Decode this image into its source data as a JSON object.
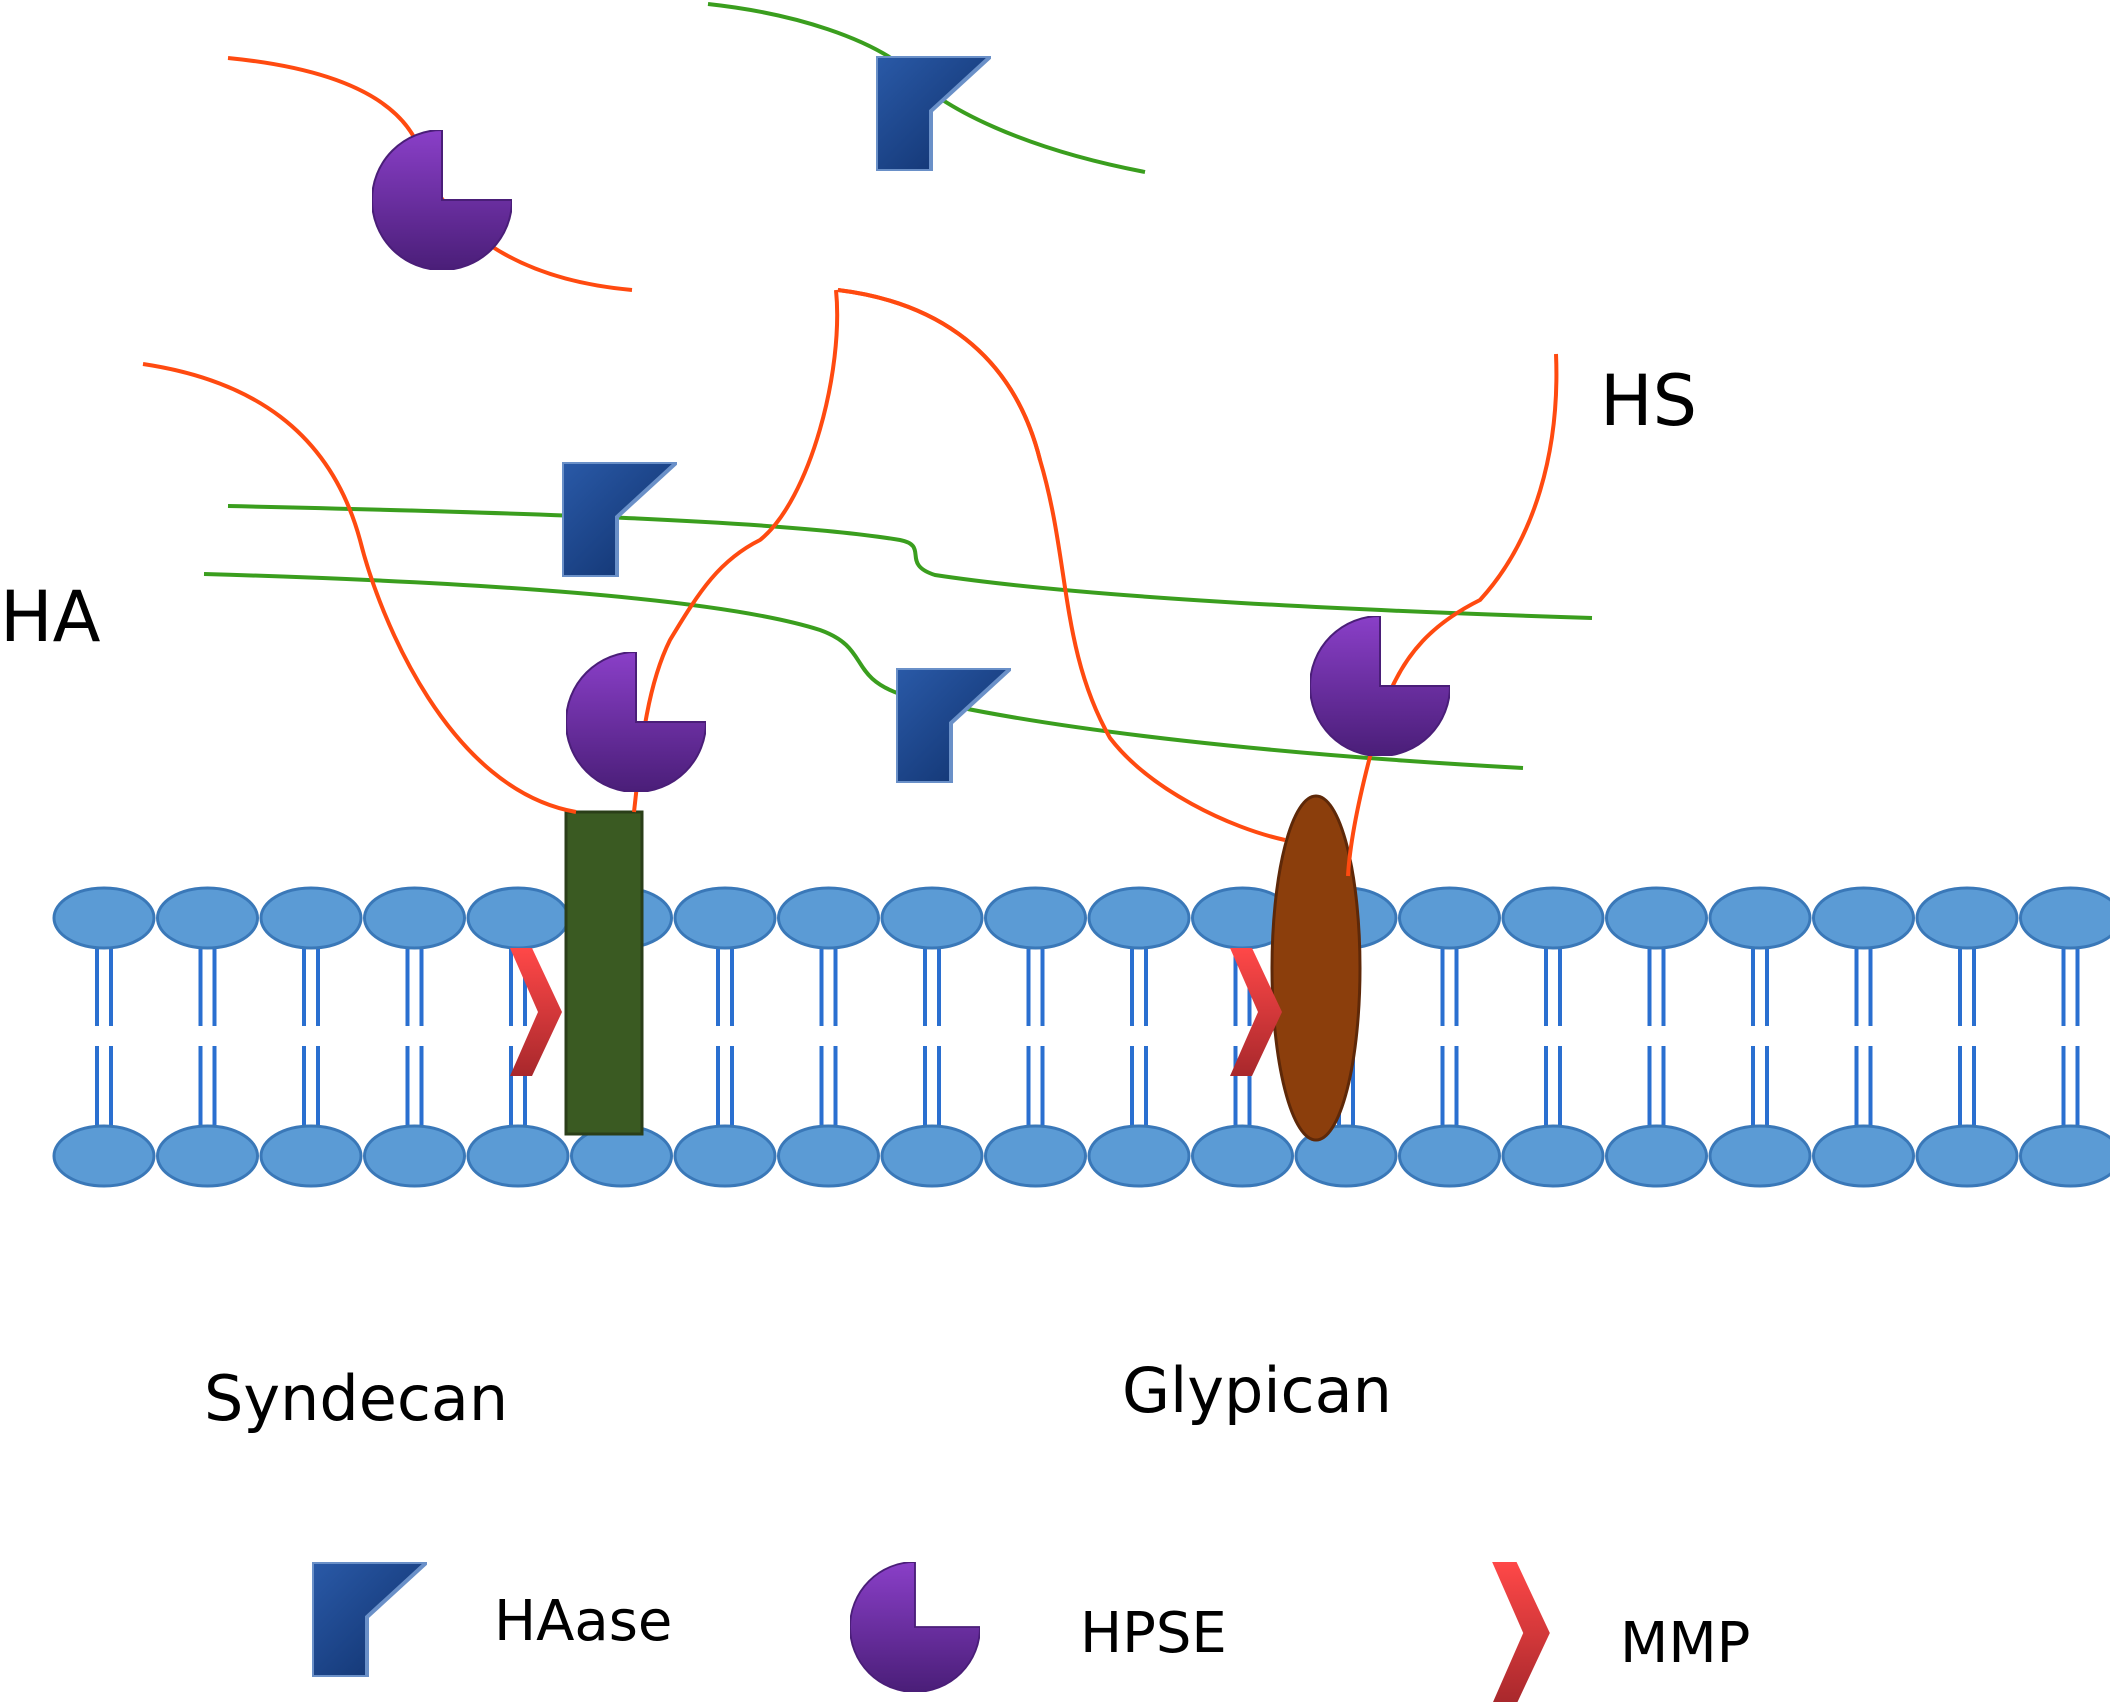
{
  "labels": {
    "ha": "HA",
    "hs": "HS",
    "syndecan": "Syndecan",
    "glypican": "Glypican"
  },
  "legend": [
    {
      "icon": "haase-flag-icon",
      "label": "HAase"
    },
    {
      "icon": "hpse-pacman-icon",
      "label": "HPSE"
    },
    {
      "icon": "mmp-chevron-icon",
      "label": "MMP"
    }
  ],
  "colors": {
    "hs_chain": "#ff4a10",
    "ha_chain": "#3a9e1e",
    "haase": "#1e4a8c",
    "hpse": "#6a2e9e",
    "mmp": "#e23a3a",
    "lipid_head": "#5b9bd5",
    "syndecan": "#3a5a22",
    "glypican": "#8b3e0c"
  }
}
